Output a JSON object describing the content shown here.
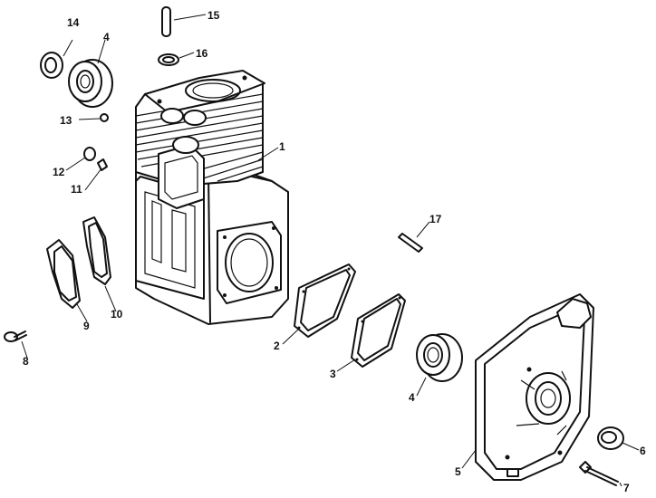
{
  "diagram": {
    "callouts": {
      "c1": "1",
      "c2": "2",
      "c3": "3",
      "c4a": "4",
      "c4b": "4",
      "c5": "5",
      "c6": "6",
      "c7": "7",
      "c8": "8",
      "c9": "9",
      "c10": "10",
      "c11": "11",
      "c12": "12",
      "c13": "13",
      "c14": "14",
      "c15": "15",
      "c16": "16",
      "c17": "17"
    }
  }
}
